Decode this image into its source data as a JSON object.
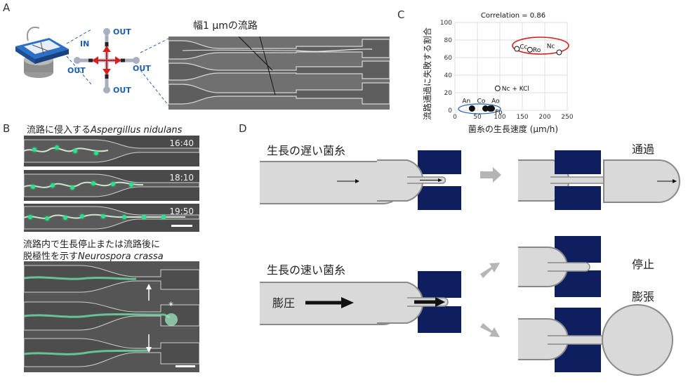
{
  "panels": {
    "a": "A",
    "b": "B",
    "c": "C",
    "d": "D"
  },
  "panel_a": {
    "in_label": "IN",
    "out_labels": [
      "OUT",
      "OUT",
      "OUT",
      "OUT"
    ],
    "channel_caption": "幅1 μmの流路"
  },
  "panel_b": {
    "caption1_prefix": "流路に侵入する",
    "caption1_species": "Aspergillus nidulans",
    "timestamps": [
      "16:40",
      "18:10",
      "19:50"
    ],
    "caption2_line1": "流路内で生長停止または流路後に",
    "caption2_line2_prefix": "脱極性を示す",
    "caption2_species": "Neurospora crassa",
    "asterisk": "*"
  },
  "chart_data": {
    "type": "scatter",
    "title": "Correlation = 0.86",
    "xlabel": "菌糸の生長速度 (μm/h)",
    "ylabel": "流路通過に失敗する割合",
    "xlim": [
      0,
      250
    ],
    "ylim": [
      0,
      100
    ],
    "xticks": [
      0,
      50,
      100,
      150,
      200,
      250
    ],
    "yticks": [
      0,
      20,
      40,
      60,
      80,
      100
    ],
    "grid": true,
    "points": [
      {
        "label": "An",
        "x": 38,
        "y": 2,
        "filled": true
      },
      {
        "label": "Co",
        "x": 68,
        "y": 2,
        "filled": true
      },
      {
        "label": "Ao",
        "x": 78,
        "y": 2,
        "filled": true
      },
      {
        "label": "Fo",
        "x": 82,
        "y": 2,
        "filled": true
      },
      {
        "label": "Nc + KCl",
        "x": 95,
        "y": 25,
        "filled": false
      },
      {
        "label": "Cc",
        "x": 138,
        "y": 70,
        "filled": false
      },
      {
        "label": "Ro",
        "x": 167,
        "y": 69,
        "filled": false
      },
      {
        "label": "Nc",
        "x": 232,
        "y": 66,
        "filled": false
      }
    ]
  },
  "panel_d": {
    "slow_label": "生長の遅い菌糸",
    "pass_label": "通過",
    "fast_label": "生長の速い菌糸",
    "turgor_label": "膨圧",
    "stop_label": "停止",
    "swell_label": "膨張"
  },
  "colors": {
    "accent_blue": "#1f5fb0",
    "navy_block": "#0e1f60",
    "ellipse_red": "#d42020",
    "ellipse_blue": "#1f5fb0",
    "hypha_fill": "#d9d9d9",
    "hypha_stroke": "#8a8a8a",
    "arrow_grey": "#b5b5b5",
    "fluor_green": "#2de08a"
  }
}
